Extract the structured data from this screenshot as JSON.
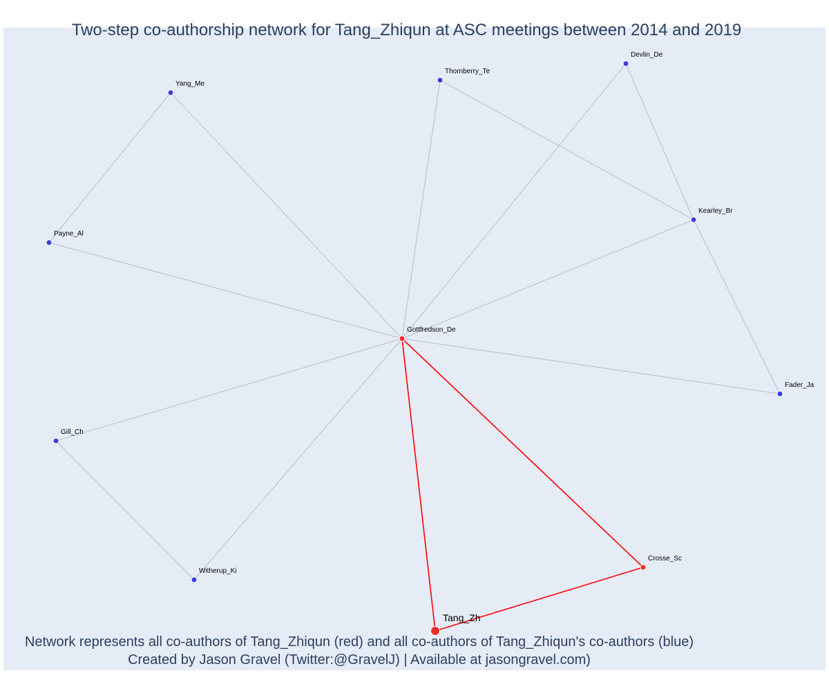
{
  "title": "Two-step co-authorship network for Tang_Zhiqun at ASC meetings between 2014 and 2019",
  "caption": {
    "line1": "Network represents all co-authors of Tang_Zhiqun (red) and all co-authors of Tang_Zhiqun's co-authors (blue)",
    "line2": "Created by Jason Gravel (Twitter:@GravelJ) | Available at jasongravel.com)"
  },
  "colors": {
    "background": "#e5ecf6",
    "text": "#2a3f5f",
    "first_step": "#ef2b2b",
    "second_step": "#3a3fe0",
    "first_step_edge": "#ff0000",
    "second_step_edge": "#b6bccb"
  },
  "nodes": [
    {
      "id": "Tang_Zh",
      "label": "Tang_Zh",
      "group": "focal"
    },
    {
      "id": "Gottfredson_De",
      "label": "Gottfredson_De",
      "group": "coauthor"
    },
    {
      "id": "Crosse_Sc",
      "label": "Crosse_Sc",
      "group": "coauthor"
    },
    {
      "id": "Yang_Me",
      "label": "Yang_Me",
      "group": "second"
    },
    {
      "id": "Thornberry_Te",
      "label": "Thornberry_Te",
      "group": "second"
    },
    {
      "id": "Devlin_De",
      "label": "Devlin_De",
      "group": "second"
    },
    {
      "id": "Kearley_Br",
      "label": "Kearley_Br",
      "group": "second"
    },
    {
      "id": "Payne_Al",
      "label": "Payne_Al",
      "group": "second"
    },
    {
      "id": "Fader_Ja",
      "label": "Fader_Ja",
      "group": "second"
    },
    {
      "id": "Gill_Ch",
      "label": "Gill_Ch",
      "group": "second"
    },
    {
      "id": "Witherup_Ki",
      "label": "Witherup_Ki",
      "group": "second"
    }
  ],
  "edges": [
    {
      "source": "Tang_Zh",
      "target": "Gottfredson_De",
      "type": "first"
    },
    {
      "source": "Tang_Zh",
      "target": "Crosse_Sc",
      "type": "first"
    },
    {
      "source": "Gottfredson_De",
      "target": "Crosse_Sc",
      "type": "first"
    },
    {
      "source": "Gottfredson_De",
      "target": "Yang_Me",
      "type": "second"
    },
    {
      "source": "Gottfredson_De",
      "target": "Payne_Al",
      "type": "second"
    },
    {
      "source": "Gottfredson_De",
      "target": "Thornberry_Te",
      "type": "second"
    },
    {
      "source": "Gottfredson_De",
      "target": "Devlin_De",
      "type": "second"
    },
    {
      "source": "Gottfredson_De",
      "target": "Kearley_Br",
      "type": "second"
    },
    {
      "source": "Gottfredson_De",
      "target": "Fader_Ja",
      "type": "second"
    },
    {
      "source": "Gottfredson_De",
      "target": "Gill_Ch",
      "type": "second"
    },
    {
      "source": "Gottfredson_De",
      "target": "Witherup_Ki",
      "type": "second"
    },
    {
      "source": "Yang_Me",
      "target": "Payne_Al",
      "type": "second"
    },
    {
      "source": "Thornberry_Te",
      "target": "Kearley_Br",
      "type": "second"
    },
    {
      "source": "Devlin_De",
      "target": "Kearley_Br",
      "type": "second"
    },
    {
      "source": "Kearley_Br",
      "target": "Fader_Ja",
      "type": "second"
    },
    {
      "source": "Gill_Ch",
      "target": "Witherup_Ki",
      "type": "second"
    }
  ]
}
